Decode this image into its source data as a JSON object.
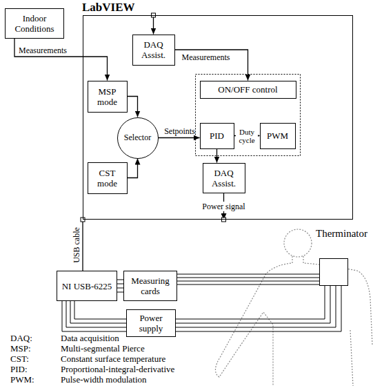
{
  "diagram": {
    "nodes": [
      {
        "text": [
          "LabVIEW"
        ]
      },
      {
        "text": [
          "Indoor Conditions"
        ]
      },
      {
        "text": [
          "DAQ Assist."
        ],
        "in": 0
      },
      {
        "text": [
          "MSP mode"
        ],
        "in": 0
      },
      {
        "text": [
          "CST mode"
        ],
        "in": 0
      },
      {
        "text": [
          "Selector"
        ],
        "in": 0
      },
      {
        "text": [
          "ON/OFF control"
        ],
        "in": 0
      },
      {
        "text": [
          "PID"
        ],
        "in": 0
      },
      {
        "text": [
          "PWM"
        ],
        "in": 0
      },
      {
        "text": [
          "DAQ Assist."
        ],
        "in": 0
      },
      {
        "text": [
          "NI USB-6225"
        ]
      },
      {
        "text": [
          "Measuring cards"
        ]
      },
      {
        "text": [
          "Power supply"
        ]
      },
      {
        "text": [
          "Therminator"
        ]
      }
    ],
    "edges": [
      {
        "from": 1,
        "to": 3,
        "arrow": "to",
        "label": "Measurements"
      },
      {
        "from": 0,
        "to": 2,
        "arrow": "to"
      },
      {
        "from": 2,
        "to": 6,
        "arrow": "to",
        "label": "Measurements"
      },
      {
        "from": 3,
        "to": 5,
        "arrow": "to"
      },
      {
        "from": 4,
        "to": 5,
        "arrow": "to"
      },
      {
        "from": 5,
        "to": 7,
        "arrow": "to",
        "label": "Setpoints"
      },
      {
        "from": 7,
        "to": 8,
        "arrow": "to",
        "label": "Duty cycle"
      },
      {
        "from": 7,
        "to": 9,
        "arrow": "to"
      },
      {
        "from": 9,
        "to": 0,
        "arrow": "to",
        "label": "Power signal"
      },
      {
        "from": 0,
        "to": 10,
        "arrow": "none",
        "label": "USB cable"
      },
      {
        "from": 10,
        "to": 11,
        "arrow": "none"
      },
      {
        "from": 11,
        "to": 13,
        "arrow": "none"
      },
      {
        "from": 10,
        "to": 12,
        "arrow": "none"
      },
      {
        "from": 12,
        "to": 13,
        "arrow": "none"
      }
    ],
    "labels": [
      "DAQ:",
      "Data acquisition",
      "MSP:",
      "Multi-segmental Pierce",
      "CST:",
      "Constant surface temperature",
      "PID:",
      "Proportional-integral-derivative",
      "PWM:",
      "Pulse-width modulation"
    ]
  }
}
